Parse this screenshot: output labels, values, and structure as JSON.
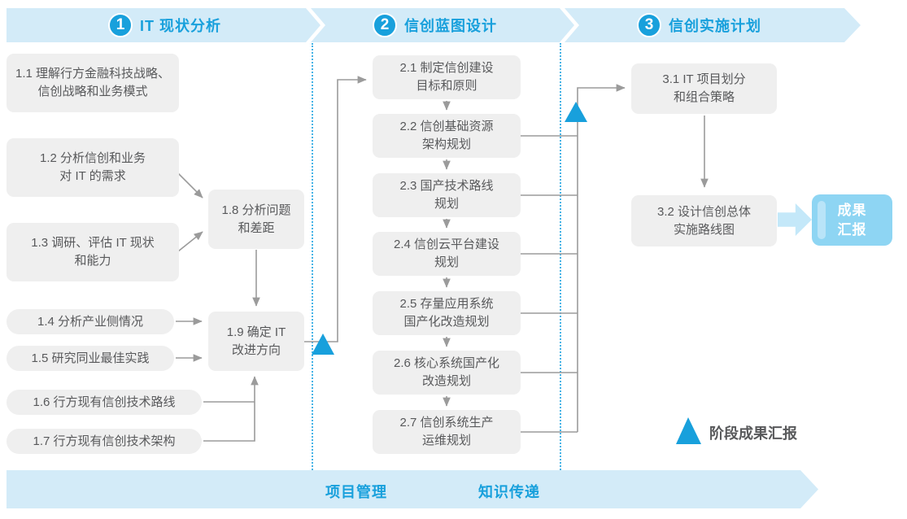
{
  "colors": {
    "accent": "#18A0DC",
    "banner-bg": "#D3EBF8",
    "box-bg": "#EFEFEF",
    "box-text": "#58595B",
    "line": "#9B9B9B",
    "result-bg": "#8ED5F3",
    "result-stripe": "#B9E4F8",
    "result-arrow": "#C4E8F9",
    "divider": "#45B3E6"
  },
  "phases": [
    {
      "number": "1",
      "title": "IT 现状分析"
    },
    {
      "number": "2",
      "title": "信创蓝图设计"
    },
    {
      "number": "3",
      "title": "信创实施计划"
    }
  ],
  "phase1": {
    "b11": "1.1 理解行方金融科技战略、\n信创战略和业务模式",
    "b12": "1.2 分析信创和业务\n对 IT 的需求",
    "b13": "1.3 调研、评估 IT 现状\n和能力",
    "b14": "1.4 分析产业侧情况",
    "b15": "1.5 研究同业最佳实践",
    "b16": "1.6 行方现有信创技术路线",
    "b17": "1.7 行方现有信创技术架构",
    "b18": "1.8 分析问题\n和差距",
    "b19": "1.9 确定 IT\n改进方向"
  },
  "phase2": {
    "b21": "2.1 制定信创建设\n目标和原则",
    "b22": "2.2 信创基础资源\n架构规划",
    "b23": "2.3 国产技术路线\n规划",
    "b24": "2.4 信创云平台建设\n规划",
    "b25": "2.5 存量应用系统\n国产化改造规划",
    "b26": "2.6 核心系统国产化\n改造规划",
    "b27": "2.7 信创系统生产\n运维规划"
  },
  "phase3": {
    "b31": "3.1 IT 项目划分\n和组合策略",
    "b32": "3.2 设计信创总体\n实施路线图",
    "result": "成果\n汇报"
  },
  "legend": {
    "label": "阶段成果汇报"
  },
  "footer": {
    "left": "项目管理",
    "right": "知识传递"
  }
}
